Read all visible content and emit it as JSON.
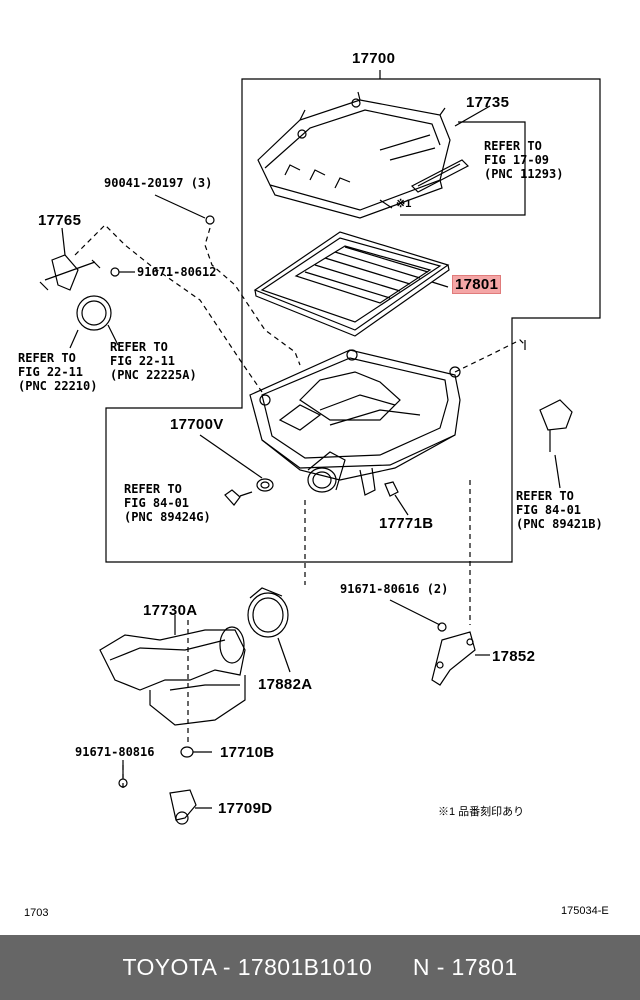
{
  "diagram": {
    "part_numbers": {
      "assembly": "17700",
      "cap": "17735",
      "element": "17801",
      "screw_3": "90041-20197 (3)",
      "bracket": "17765",
      "bolt_612": "91671-80612",
      "valve": "17700V",
      "grommet": "17771B",
      "bolt_616": "91671-80616 (2)",
      "inlet": "17730A",
      "clamp": "17882A",
      "stay": "17852",
      "bolt_816": "91671-80816",
      "cushion": "17710B",
      "hook": "17709D"
    },
    "refs": {
      "fig_17_09": "REFER TO\nFIG 17-09\n(PNC 11293)",
      "fig_22_11_a": "REFER TO\nFIG 22-11\n(PNC 22225A)",
      "fig_22_11_b": "REFER TO\nFIG 22-11\n(PNC 22210)",
      "fig_84_01_a": "REFER TO\nFIG 84-01\n(PNC 89424G)",
      "fig_84_01_b": "REFER TO\nFIG 84-01\n(PNC 89421B)"
    },
    "marker_note": "※1",
    "footnote": "※1 品番刻印あり",
    "code_left": "1703",
    "code_right": "175034-E",
    "highlight_color": "#f4a6a6"
  },
  "footer": {
    "text": "TOYOTA - 17801B1010      N - 17801"
  }
}
